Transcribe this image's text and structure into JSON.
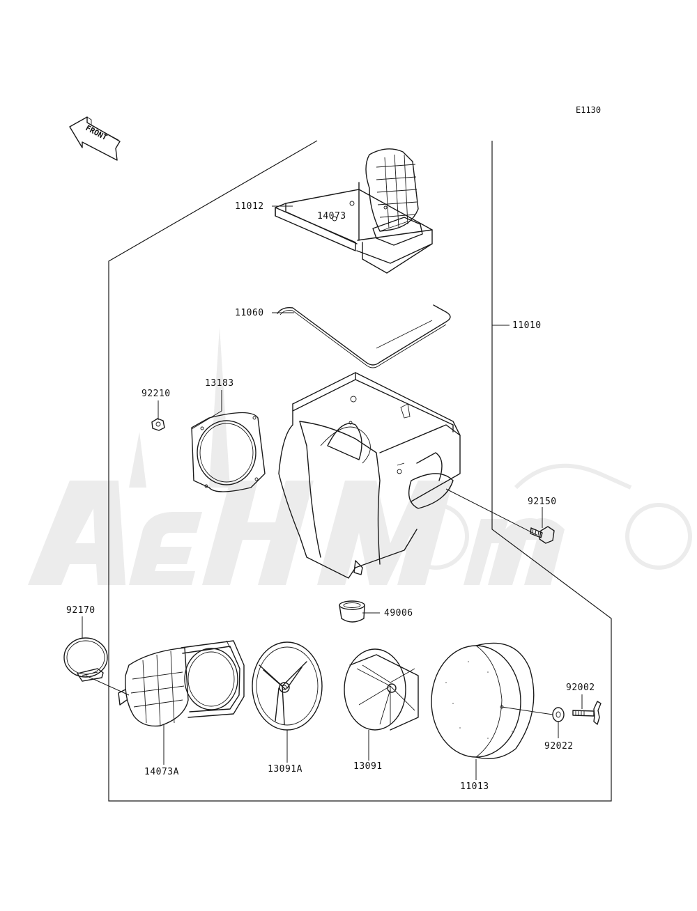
{
  "diagram": {
    "code": "E1130",
    "front_label": "FRONT",
    "watermark": "AcheMoto",
    "parts": [
      {
        "id": "14073",
        "label": "14073"
      },
      {
        "id": "11012",
        "label": "11012"
      },
      {
        "id": "11060",
        "label": "11060"
      },
      {
        "id": "11010",
        "label": "11010"
      },
      {
        "id": "13183",
        "label": "13183"
      },
      {
        "id": "92210",
        "label": "92210"
      },
      {
        "id": "92150",
        "label": "92150"
      },
      {
        "id": "49006",
        "label": "49006"
      },
      {
        "id": "92170",
        "label": "92170"
      },
      {
        "id": "14073A",
        "label": "14073A"
      },
      {
        "id": "13091A",
        "label": "13091A"
      },
      {
        "id": "13091",
        "label": "13091"
      },
      {
        "id": "11013",
        "label": "11013"
      },
      {
        "id": "92002",
        "label": "92002"
      },
      {
        "id": "92022",
        "label": "92022"
      }
    ]
  }
}
